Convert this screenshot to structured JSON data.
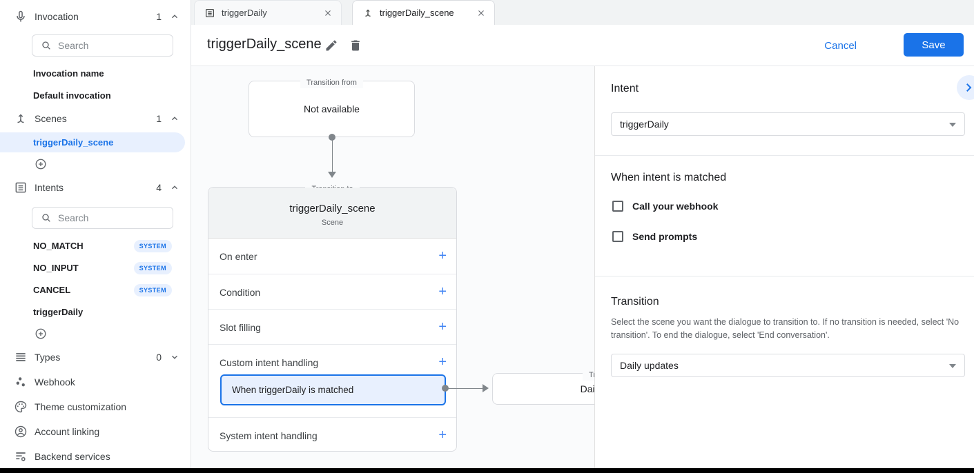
{
  "app": {
    "accent_color": "#1a73e8",
    "accent_light": "#e8f0fe",
    "selected_fill": "#e8f0fe"
  },
  "sidebar": {
    "invocation": {
      "label": "Invocation",
      "count": "1",
      "search_placeholder": "Search",
      "items": [
        {
          "label": "Invocation name"
        },
        {
          "label": "Default invocation"
        }
      ]
    },
    "scenes": {
      "label": "Scenes",
      "count": "1",
      "items": [
        {
          "label": "triggerDaily_scene",
          "selected": true
        }
      ]
    },
    "intents": {
      "label": "Intents",
      "count": "4",
      "search_placeholder": "Search",
      "items": [
        {
          "label": "NO_MATCH",
          "badge": "SYSTEM"
        },
        {
          "label": "NO_INPUT",
          "badge": "SYSTEM"
        },
        {
          "label": "CANCEL",
          "badge": "SYSTEM"
        },
        {
          "label": "triggerDaily",
          "badge": ""
        }
      ]
    },
    "types": {
      "label": "Types",
      "count": "0"
    },
    "footer_items": [
      {
        "label": "Webhook"
      },
      {
        "label": "Theme customization"
      },
      {
        "label": "Account linking"
      },
      {
        "label": "Backend services"
      }
    ]
  },
  "tabs": [
    {
      "label": "triggerDaily",
      "active": false
    },
    {
      "label": "triggerDaily_scene",
      "active": true
    }
  ],
  "header": {
    "title": "triggerDaily_scene",
    "cancel_label": "Cancel",
    "save_label": "Save"
  },
  "canvas": {
    "transition_from": {
      "legend": "Transition from",
      "text": "Not available"
    },
    "scene_card": {
      "legend": "Transition to",
      "title": "triggerDaily_scene",
      "subtitle": "Scene",
      "add_symbol": "+",
      "rows": [
        {
          "label": "On enter"
        },
        {
          "label": "Condition"
        },
        {
          "label": "Slot filling"
        },
        {
          "label": "Custom intent handling"
        },
        {
          "label": "System intent handling"
        }
      ],
      "selected_handler": "When triggerDaily is matched"
    },
    "target_node": {
      "legend": "Transition to",
      "text": "Daily updates"
    }
  },
  "panel": {
    "intent": {
      "title": "Intent",
      "value": "triggerDaily"
    },
    "matched": {
      "title": "When intent is matched",
      "options": [
        {
          "label": "Call your webhook",
          "checked": false
        },
        {
          "label": "Send prompts",
          "checked": false
        }
      ]
    },
    "transition": {
      "title": "Transition",
      "description": "Select the scene you want the dialogue to transition to. If no transition is needed, select 'No transition'. To end the dialogue, select 'End conversation'.",
      "value": "Daily updates"
    }
  }
}
